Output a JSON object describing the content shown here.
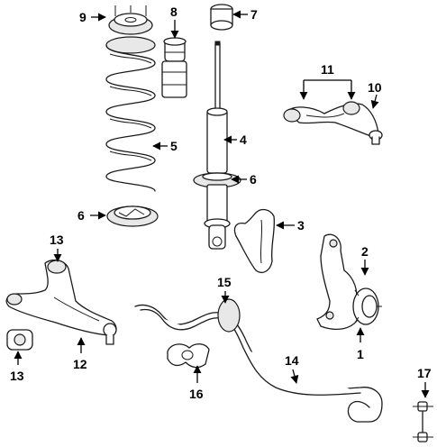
{
  "callouts": {
    "c1": "1",
    "c2": "2",
    "c3": "3",
    "c4": "4",
    "c5": "5",
    "c6_shock": "6",
    "c6_seat": "6",
    "c7": "7",
    "c8": "8",
    "c9": "9",
    "c10": "10",
    "c11": "11",
    "c12": "12",
    "c13_top": "13",
    "c13_bottom": "13",
    "c14": "14",
    "c15": "15",
    "c16": "16",
    "c17": "17"
  },
  "colors": {
    "line": "#1a1a1a",
    "background": "#ffffff"
  }
}
